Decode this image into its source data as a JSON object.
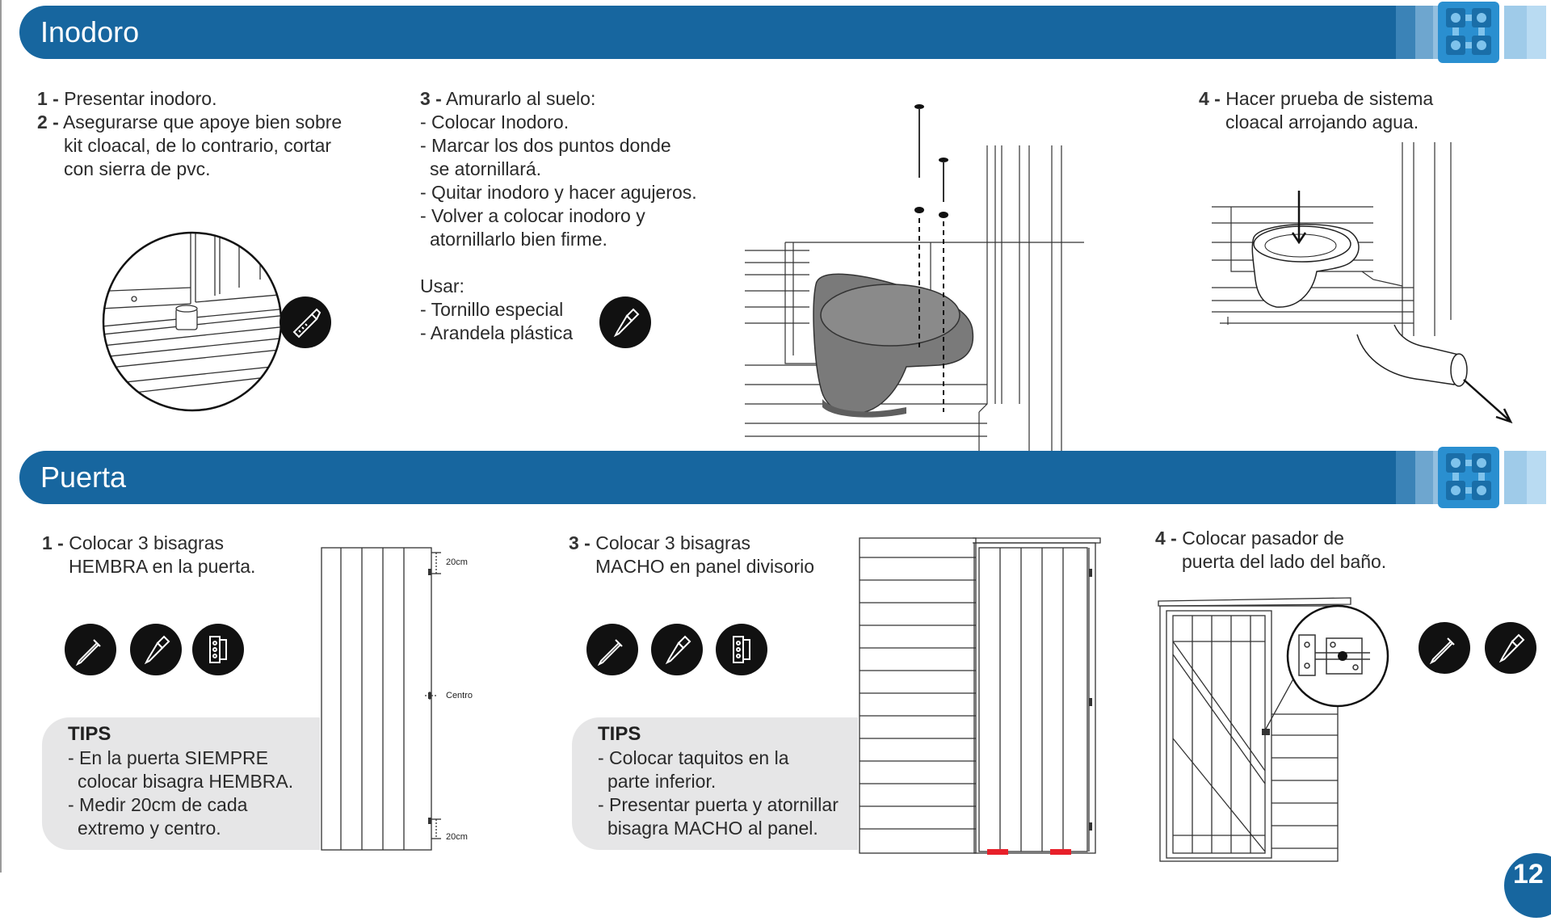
{
  "inodoro": {
    "title": "Inodoro",
    "step1": {
      "num": "1 -",
      "text": "Presentar inodoro."
    },
    "step2": {
      "num": "2 -",
      "line1": "Asegurarse que apoye bien sobre",
      "line2": "kit cloacal, de lo contrario, cortar",
      "line3": "con sierra de pvc."
    },
    "step3": {
      "num": "3 -",
      "heading": "Amurarlo al suelo:",
      "lines": [
        "- Colocar Inodoro.",
        "- Marcar los dos puntos donde",
        "se atornillará.",
        "- Quitar inodoro y hacer agujeros.",
        "- Volver a colocar inodoro y",
        "atornillarlo bien firme."
      ],
      "use_label": "Usar:",
      "use_items": [
        "- Tornillo especial",
        "- Arandela plástica"
      ]
    },
    "step4": {
      "num": "4 -",
      "line1": "Hacer prueba de sistema",
      "line2": "cloacal arrojando agua."
    }
  },
  "puerta": {
    "title": "Puerta",
    "step1": {
      "num": "1 -",
      "line1": "Colocar 3 bisagras",
      "line2": "HEMBRA en la puerta."
    },
    "step3": {
      "num": "3 -",
      "line1": "Colocar 3 bisagras",
      "line2": "MACHO en panel divisorio"
    },
    "step4": {
      "num": "4 -",
      "line1": "Colocar pasador de",
      "line2": "puerta del lado del baño."
    },
    "measure": {
      "top": "20cm",
      "center": "Centro",
      "bottom": "20cm"
    },
    "tips1": {
      "title": "TIPS",
      "lines": [
        "- En la puerta SIEMPRE",
        "colocar bisagra HEMBRA.",
        "- Medir 20cm de cada",
        "extremo y centro."
      ]
    },
    "tips2": {
      "title": "TIPS",
      "lines": [
        "- Colocar taquitos en la",
        "parte inferior.",
        "- Presentar puerta y atornillar",
        "bisagra MACHO al panel."
      ]
    }
  },
  "page_number": "12",
  "icons": [
    "saw-icon",
    "screwdriver-icon",
    "nail-icon",
    "hinge-icon"
  ],
  "colors": {
    "banner": "#17669f",
    "stripe_light": "#a9d1ec",
    "logo_blue": "#2a8fd0",
    "tips_bg": "#e6e6e7",
    "block_red": "#e8202a"
  }
}
